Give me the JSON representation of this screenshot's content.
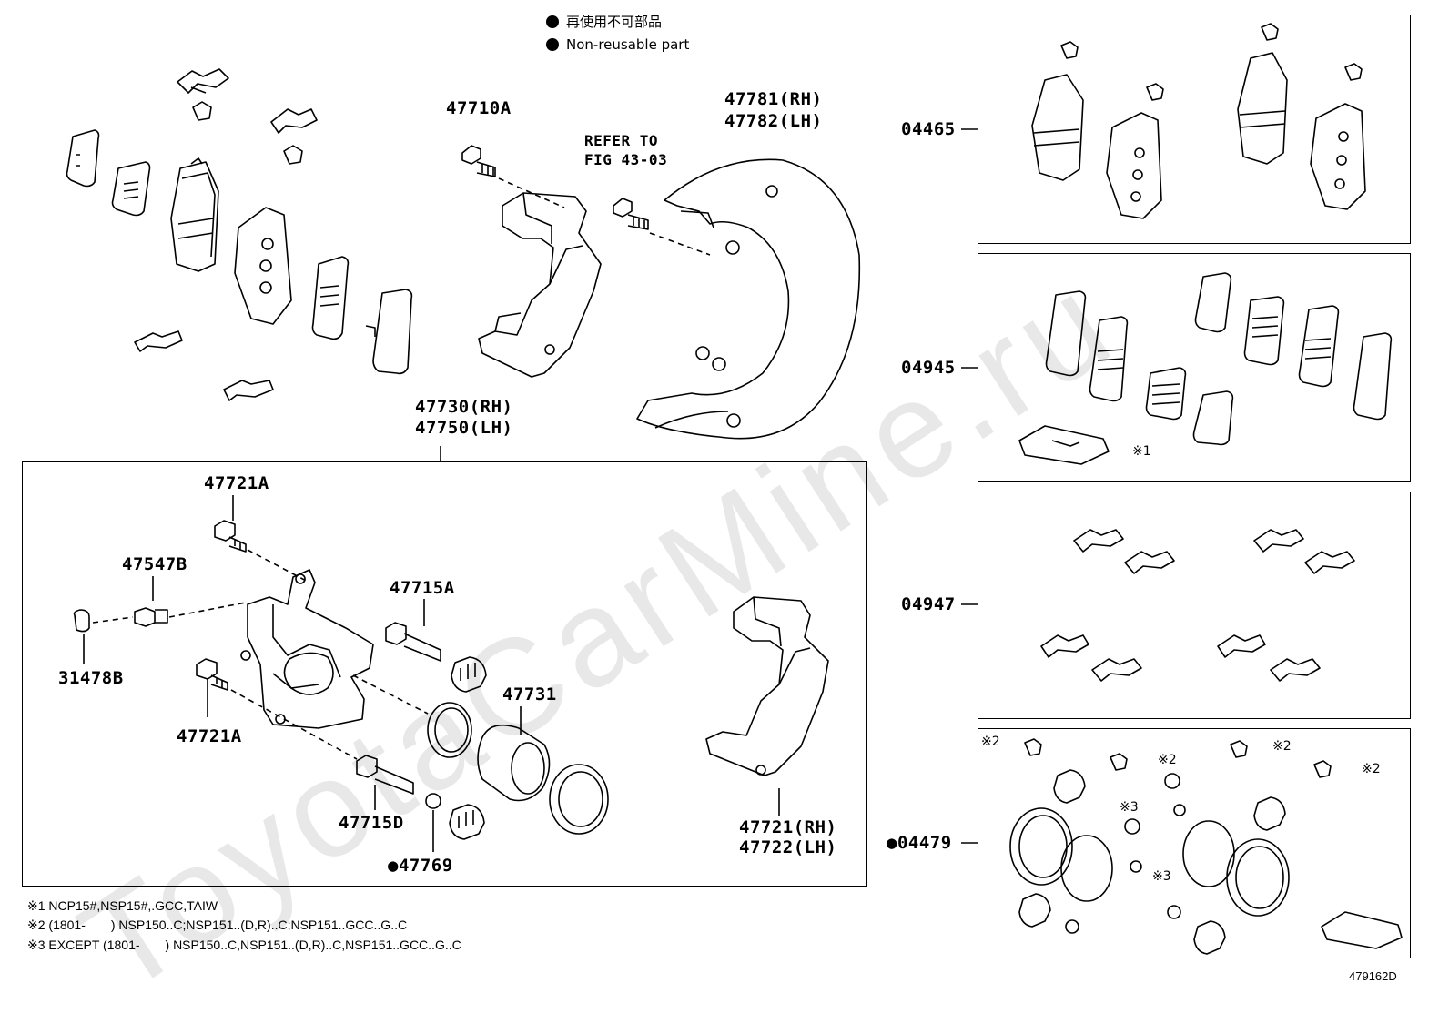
{
  "legend": {
    "line1": "再使用不可部品",
    "line2": "Non-reusable part"
  },
  "labels": {
    "l47710A": "47710A",
    "refer1": "REFER TO",
    "refer2": "FIG 43-03",
    "l47781": "47781(RH)",
    "l47782": "47782(LH)",
    "l47730": "47730(RH)",
    "l47750": "47750(LH)",
    "l47721A_top": "47721A",
    "l47547B": "47547B",
    "l31478B": "31478B",
    "l47721A_bot": "47721A",
    "l47715A": "47715A",
    "l47731": "47731",
    "l47715D": "47715D",
    "l47769": "●47769",
    "l47721": "47721(RH)",
    "l47722": "47722(LH)",
    "l04465": "04465",
    "l04945": "04945",
    "l04947": "04947",
    "l04479": "●04479"
  },
  "markers": {
    "m1": "※1",
    "m2": "※2",
    "m3": "※3"
  },
  "notes": {
    "n1": "※1 NCP15#,NSP15#,.GCC,TAIW",
    "n2": "※2 (1801-　　) NSP150..C;NSP151..(D,R)..C;NSP151..GCC..G..C",
    "n3": "※3 EXCEPT (1801-　　) NSP150..C,NSP151..(D,R)..C,NSP151..GCC..G..C"
  },
  "figure_code": "479162D",
  "watermark": "ToyotaCarMine.ru"
}
